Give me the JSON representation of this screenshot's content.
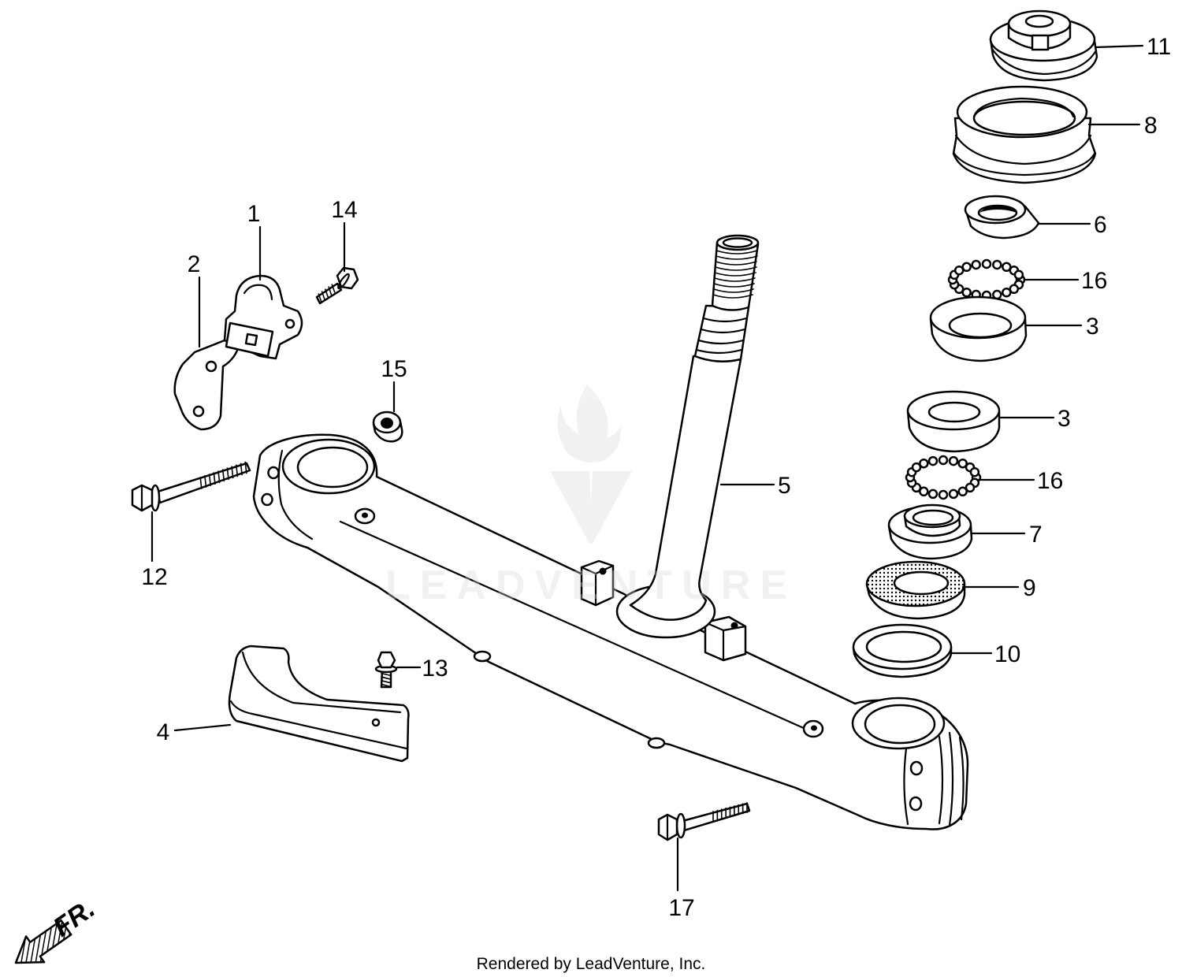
{
  "callouts": [
    "1",
    "2",
    "14",
    "15",
    "12",
    "4",
    "13",
    "17",
    "11",
    "8",
    "6",
    "16",
    "3",
    "3",
    "16",
    "5",
    "7",
    "9",
    "10"
  ],
  "direction_label": "FR.",
  "footer": {
    "credit": "Rendered by LeadVenture, Inc."
  },
  "watermark": {
    "text": "LEADVENTURE"
  },
  "colors": {
    "line": "#000000",
    "background": "#ffffff",
    "watermark": "#d9d9d9"
  }
}
